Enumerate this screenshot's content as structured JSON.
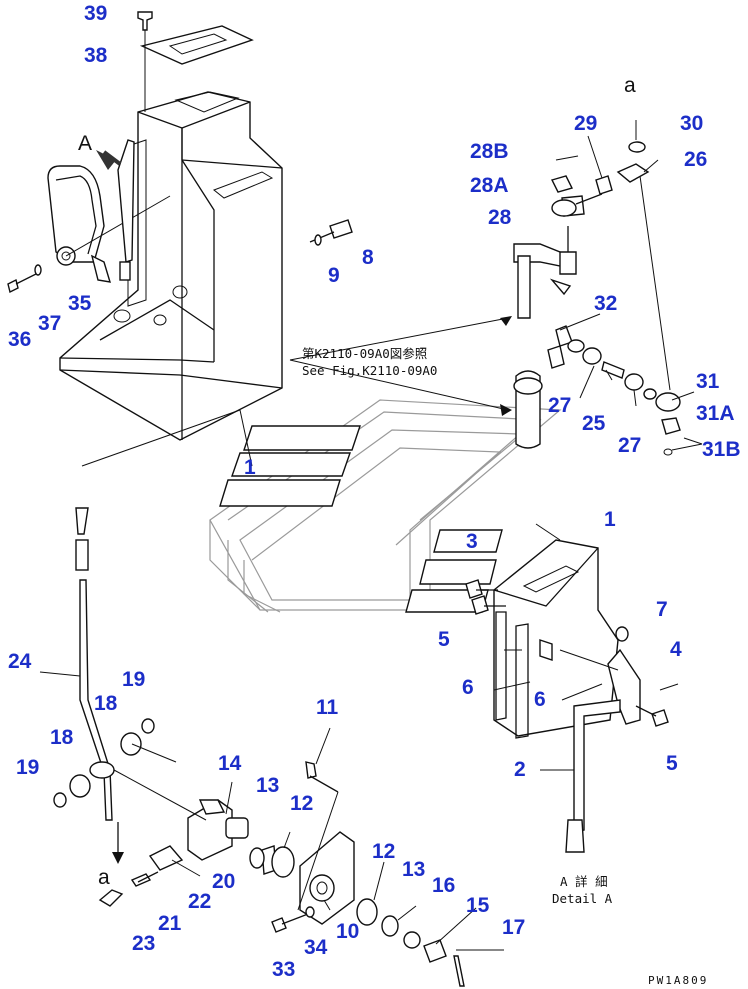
{
  "diagram": {
    "callouts": [
      {
        "id": "c39",
        "label": "39"
      },
      {
        "id": "c38",
        "label": "38"
      },
      {
        "id": "cA",
        "label": "A"
      },
      {
        "id": "c36",
        "label": "36"
      },
      {
        "id": "c37",
        "label": "37"
      },
      {
        "id": "c35",
        "label": "35"
      },
      {
        "id": "c8",
        "label": "8"
      },
      {
        "id": "c9",
        "label": "9"
      },
      {
        "id": "c1a",
        "label": "1"
      },
      {
        "id": "ca1",
        "label": "a"
      },
      {
        "id": "c29",
        "label": "29"
      },
      {
        "id": "c30",
        "label": "30"
      },
      {
        "id": "c28B",
        "label": "28B"
      },
      {
        "id": "c26",
        "label": "26"
      },
      {
        "id": "c28A",
        "label": "28A"
      },
      {
        "id": "c28",
        "label": "28"
      },
      {
        "id": "c32",
        "label": "32"
      },
      {
        "id": "c31",
        "label": "31"
      },
      {
        "id": "c27a",
        "label": "27"
      },
      {
        "id": "c25",
        "label": "25"
      },
      {
        "id": "c27b",
        "label": "27"
      },
      {
        "id": "c31A",
        "label": "31A"
      },
      {
        "id": "c31B",
        "label": "31B"
      },
      {
        "id": "c1b",
        "label": "1"
      },
      {
        "id": "c3",
        "label": "3"
      },
      {
        "id": "c7",
        "label": "7"
      },
      {
        "id": "c5a",
        "label": "5"
      },
      {
        "id": "c4",
        "label": "4"
      },
      {
        "id": "c6a",
        "label": "6"
      },
      {
        "id": "c6b",
        "label": "6"
      },
      {
        "id": "c5b",
        "label": "5"
      },
      {
        "id": "c2",
        "label": "2"
      },
      {
        "id": "c24",
        "label": "24"
      },
      {
        "id": "c19a",
        "label": "19"
      },
      {
        "id": "c18a",
        "label": "18"
      },
      {
        "id": "c18b",
        "label": "18"
      },
      {
        "id": "c19b",
        "label": "19"
      },
      {
        "id": "c11",
        "label": "11"
      },
      {
        "id": "c14",
        "label": "14"
      },
      {
        "id": "c13a",
        "label": "13"
      },
      {
        "id": "c12a",
        "label": "12"
      },
      {
        "id": "c20",
        "label": "20"
      },
      {
        "id": "c22",
        "label": "22"
      },
      {
        "id": "c21",
        "label": "21"
      },
      {
        "id": "ca2",
        "label": "a"
      },
      {
        "id": "c23",
        "label": "23"
      },
      {
        "id": "c12b",
        "label": "12"
      },
      {
        "id": "c13b",
        "label": "13"
      },
      {
        "id": "c16",
        "label": "16"
      },
      {
        "id": "c10",
        "label": "10"
      },
      {
        "id": "c15",
        "label": "15"
      },
      {
        "id": "c34",
        "label": "34"
      },
      {
        "id": "c17",
        "label": "17"
      },
      {
        "id": "c33",
        "label": "33"
      }
    ],
    "reference_note_jp": "第K2110-09A0図参照",
    "reference_note_en": "See Fig.K2110-09A0",
    "detail_label_jp": "A 詳 細",
    "detail_label_en": "Detail A",
    "drawing_code": "PW1A809"
  }
}
